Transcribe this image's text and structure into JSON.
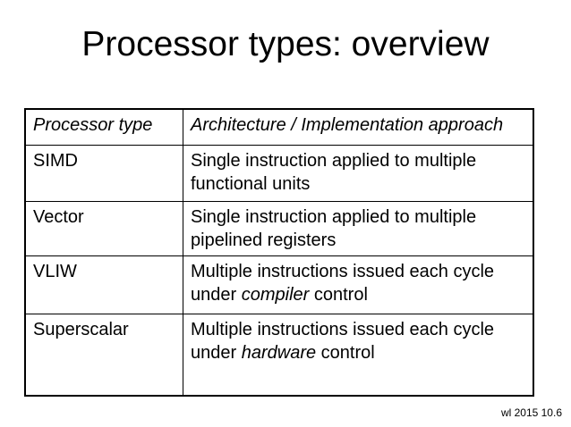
{
  "slide": {
    "title": "Processor types: overview",
    "footer": "wl 2015 10.6"
  },
  "colors": {
    "background": "#ffffff",
    "text": "#000000",
    "table_border": "#000000"
  },
  "table": {
    "headers": [
      "Processor type",
      "Architecture / Implementation approach"
    ],
    "rows": [
      {
        "type": "SIMD",
        "desc": [
          {
            "text": "Single instruction applied to multiple\nfunctional units",
            "italic": false
          }
        ]
      },
      {
        "type": "Vector",
        "desc": [
          {
            "text": "Single instruction applied to multiple\npipelined registers",
            "italic": false
          }
        ]
      },
      {
        "type": "VLIW",
        "desc": [
          {
            "text": "Multiple instructions issued each cycle\nunder ",
            "italic": false
          },
          {
            "text": "compiler",
            "italic": true
          },
          {
            "text": " control",
            "italic": false
          }
        ]
      },
      {
        "type": "Superscalar",
        "desc": [
          {
            "text": "Multiple instructions issued each cycle\nunder ",
            "italic": false
          },
          {
            "text": "hardware",
            "italic": true
          },
          {
            "text": " control",
            "italic": false
          }
        ]
      }
    ]
  }
}
